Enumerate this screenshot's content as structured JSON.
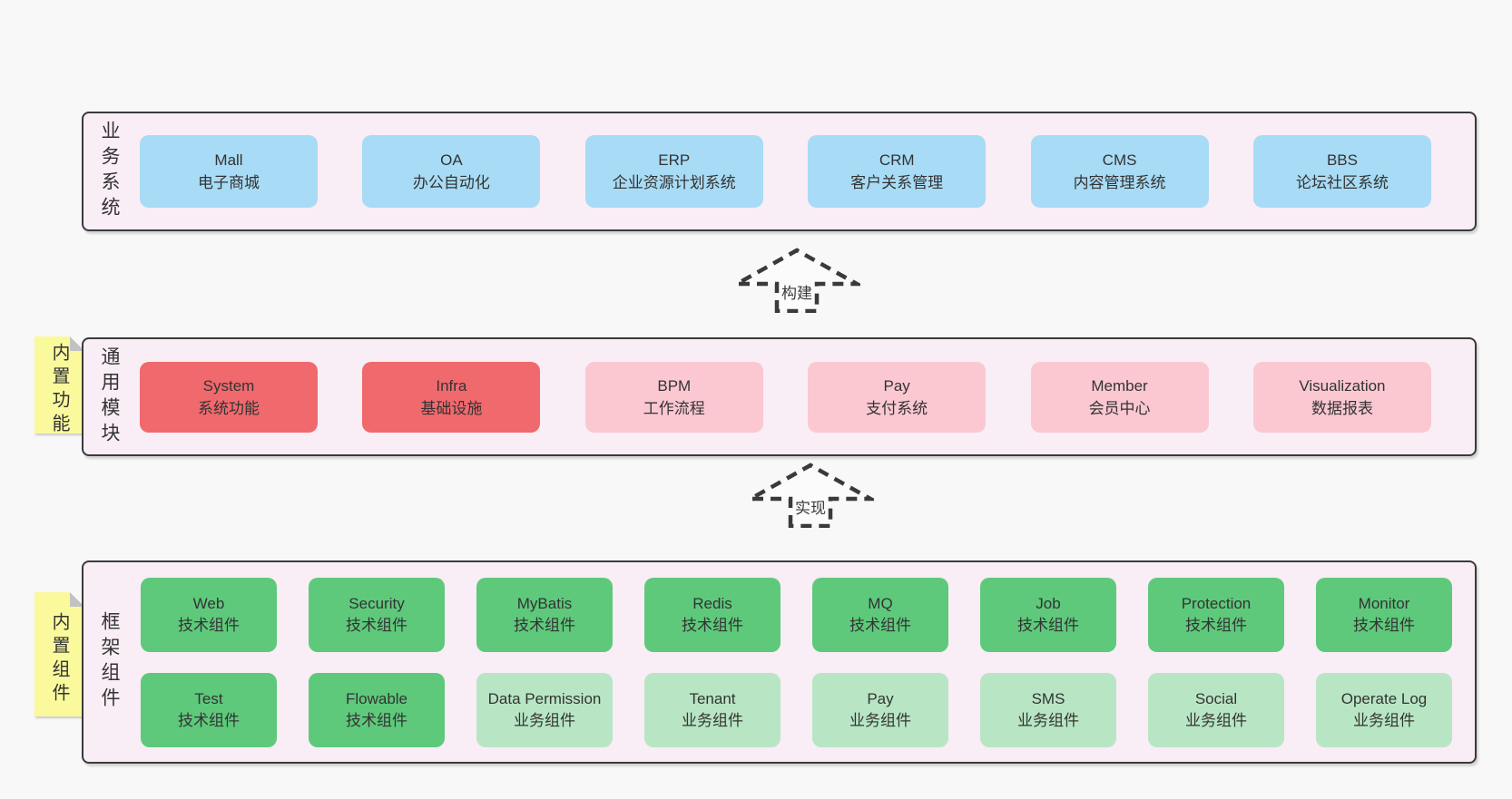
{
  "colors": {
    "page_bg": "#f8f8f8",
    "panel_bg": "#f9edf6",
    "panel_border": "#3a3a3a",
    "blue": "#a8dbf5",
    "red": "#f0696d",
    "pink": "#fbc8d2",
    "green": "#5ec97b",
    "green_light": "#b8e6c4",
    "sticky_yellow": "#fafa9d",
    "fold_gray": "#c2c2c2",
    "text": "#333333"
  },
  "arrows": [
    {
      "label": "构建"
    },
    {
      "label": "实现"
    }
  ],
  "sections": {
    "business": {
      "label": "业务系统",
      "boxes": [
        {
          "name": "Mall",
          "desc": "电子商城",
          "variant": "blue"
        },
        {
          "name": "OA",
          "desc": "办公自动化",
          "variant": "blue"
        },
        {
          "name": "ERP",
          "desc": "企业资源计划系统",
          "variant": "blue"
        },
        {
          "name": "CRM",
          "desc": "客户关系管理",
          "variant": "blue"
        },
        {
          "name": "CMS",
          "desc": "内容管理系统",
          "variant": "blue"
        },
        {
          "name": "BBS",
          "desc": "论坛社区系统",
          "variant": "blue"
        }
      ]
    },
    "modules": {
      "label": "通用模块",
      "tag": "内置功能",
      "boxes": [
        {
          "name": "System",
          "desc": "系统功能",
          "variant": "red"
        },
        {
          "name": "Infra",
          "desc": "基础设施",
          "variant": "red"
        },
        {
          "name": "BPM",
          "desc": "工作流程",
          "variant": "pink"
        },
        {
          "name": "Pay",
          "desc": "支付系统",
          "variant": "pink"
        },
        {
          "name": "Member",
          "desc": "会员中心",
          "variant": "pink"
        },
        {
          "name": "Visualization",
          "desc": "数据报表",
          "variant": "pink"
        }
      ]
    },
    "framework": {
      "label": "框架组件",
      "tag": "内置组件",
      "rows": [
        [
          {
            "name": "Web",
            "desc": "技术组件",
            "variant": "green"
          },
          {
            "name": "Security",
            "desc": "技术组件",
            "variant": "green"
          },
          {
            "name": "MyBatis",
            "desc": "技术组件",
            "variant": "green"
          },
          {
            "name": "Redis",
            "desc": "技术组件",
            "variant": "green"
          },
          {
            "name": "MQ",
            "desc": "技术组件",
            "variant": "green"
          },
          {
            "name": "Job",
            "desc": "技术组件",
            "variant": "green"
          },
          {
            "name": "Protection",
            "desc": "技术组件",
            "variant": "green"
          },
          {
            "name": "Monitor",
            "desc": "技术组件",
            "variant": "green"
          }
        ],
        [
          {
            "name": "Test",
            "desc": "技术组件",
            "variant": "green"
          },
          {
            "name": "Flowable",
            "desc": "技术组件",
            "variant": "green"
          },
          {
            "name": "Data Permission",
            "desc": "业务组件",
            "variant": "green_light"
          },
          {
            "name": "Tenant",
            "desc": "业务组件",
            "variant": "green_light"
          },
          {
            "name": "Pay",
            "desc": "业务组件",
            "variant": "green_light"
          },
          {
            "name": "SMS",
            "desc": "业务组件",
            "variant": "green_light"
          },
          {
            "name": "Social",
            "desc": "业务组件",
            "variant": "green_light"
          },
          {
            "name": "Operate Log",
            "desc": "业务组件",
            "variant": "green_light"
          }
        ]
      ]
    }
  }
}
